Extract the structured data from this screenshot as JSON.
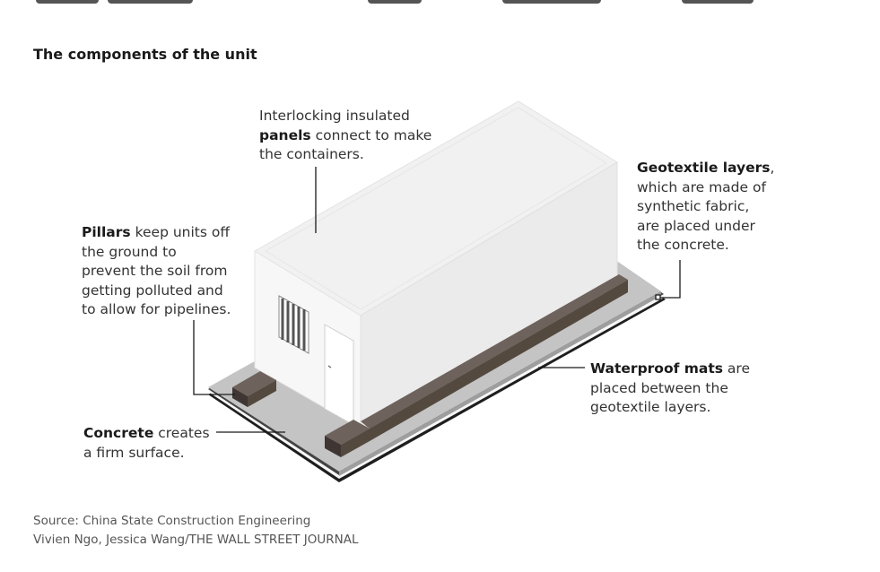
{
  "title": "The components of the unit",
  "labels": {
    "panels": {
      "pre": "Interlocking insulated",
      "bold": "panels",
      "post": " connect to make",
      "post2": "the containers."
    },
    "geotextile": {
      "bold": "Geotextile layers",
      "post": ",",
      "lines": [
        "which are made of",
        "synthetic fabric,",
        "are placed under",
        "the concrete."
      ]
    },
    "pillars": {
      "bold": "Pillars",
      "post": " keep units off",
      "lines": [
        "the ground to",
        "prevent the soil from",
        "getting polluted and",
        "to allow for pipelines."
      ]
    },
    "waterproof": {
      "bold": "Waterproof mats",
      "post": " are",
      "lines": [
        "placed between the",
        "geotextile layers."
      ]
    },
    "concrete": {
      "bold": "Concrete",
      "post": " creates",
      "lines": [
        "a firm surface."
      ]
    }
  },
  "source": {
    "line1": "Source: China State Construction Engineering",
    "line2": "Vivien Ngo, Jessica Wang/THE WALL STREET JOURNAL"
  },
  "colors": {
    "pillar": "#5a4e49",
    "concrete": "#c4c4c4",
    "base_dark": "#1e1e1e",
    "container_light": "#f4f4f4",
    "leader_line": "#1a1a1a"
  }
}
